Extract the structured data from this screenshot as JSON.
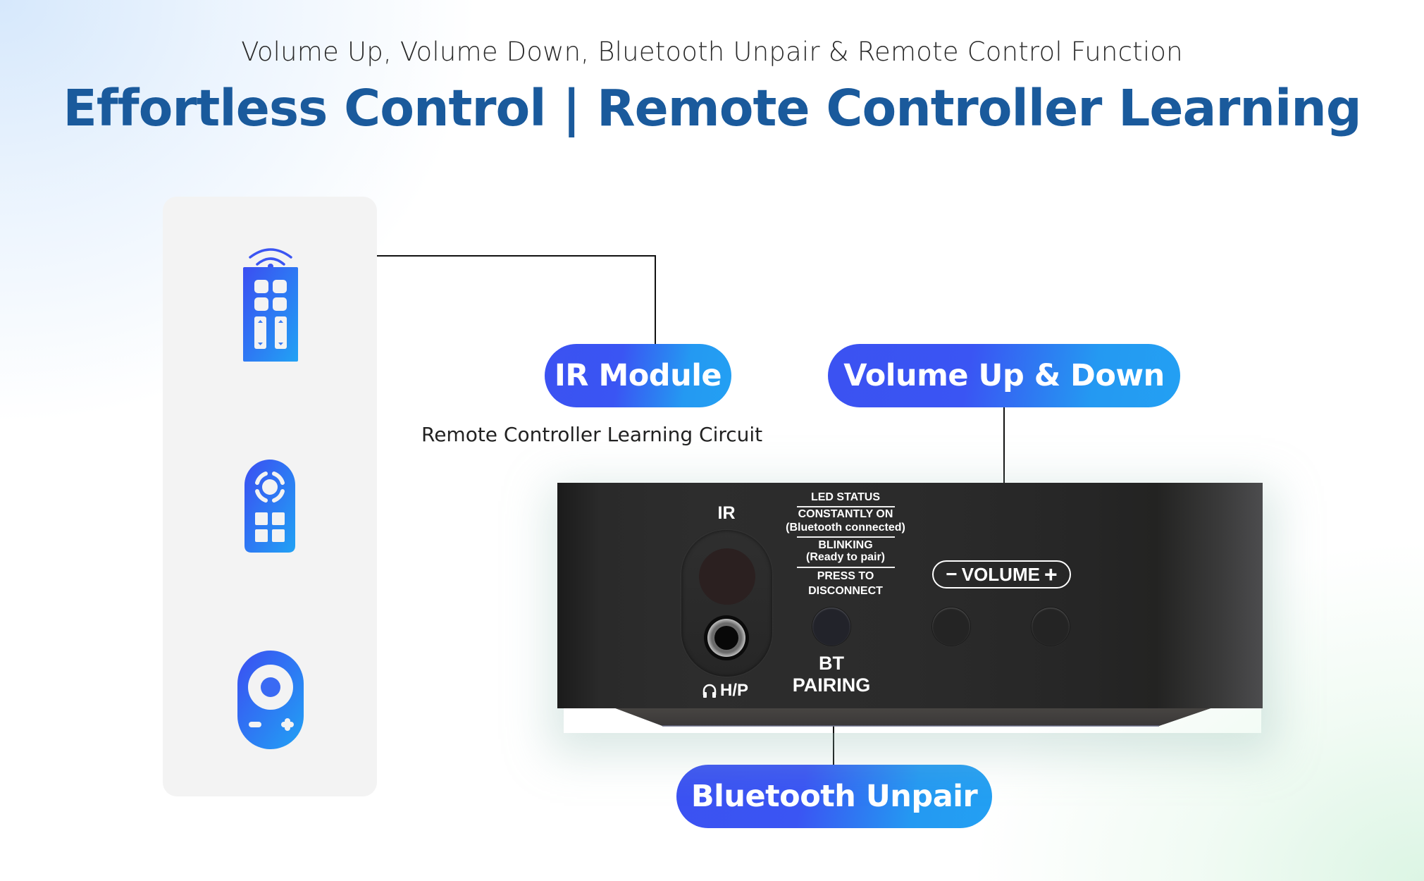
{
  "header": {
    "subtitle": "Volume Up, Volume Down, Bluetooth Unpair & Remote Control Function",
    "title": "Effortless Control | Remote Controller Learning"
  },
  "remote_panel": {
    "icons": [
      {
        "name": "ir-remote-icon",
        "description": "rectangular remote with signal waves"
      },
      {
        "name": "dpad-remote-icon",
        "description": "rounded remote with directional pad"
      },
      {
        "name": "round-remote-icon",
        "description": "oval remote with circular button"
      }
    ]
  },
  "callouts": {
    "ir_module": "IR Module",
    "ir_caption": "Remote Controller Learning Circuit",
    "volume": "Volume Up & Down",
    "bluetooth": "Bluetooth Unpair"
  },
  "device": {
    "ir_label": "IR",
    "hp_label": "H/P",
    "led_status": {
      "heading": "LED STATUS",
      "on_title": "CONSTANTLY ON",
      "on_desc": "(Bluetooth connected)",
      "blink_title": "BLINKING",
      "blink_desc": "(Ready to pair)",
      "press_line1": "PRESS TO",
      "press_line2": "DISCONNECT"
    },
    "bt_line1": "BT",
    "bt_line2": "PAIRING",
    "volume_label": "VOLUME",
    "volume_minus": "−",
    "volume_plus": "+"
  },
  "colors": {
    "title": "#1a5a9c",
    "pill_start": "#3b52f2",
    "pill_end": "#23a0f3",
    "panel": "#f3f3f3",
    "device": "#2b2b2b"
  }
}
